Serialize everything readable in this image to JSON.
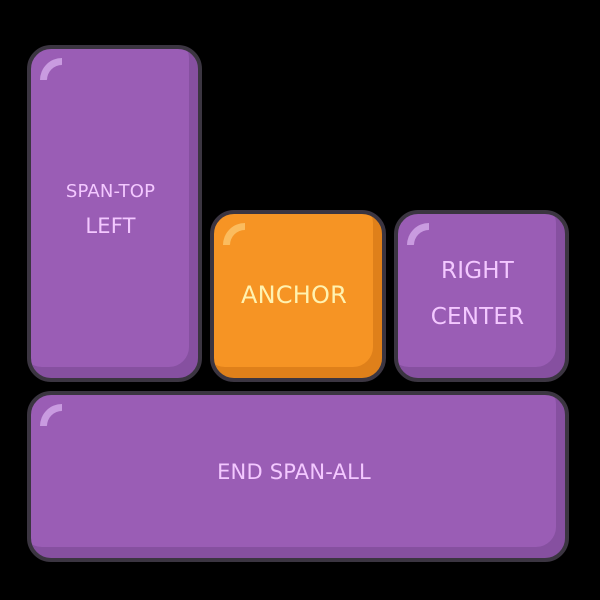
{
  "tiles": {
    "left": {
      "lines": [
        "SPAN-TOP",
        "LEFT"
      ],
      "color": "#9a5db5",
      "text_color": "#f3c8ff"
    },
    "anchor": {
      "lines": [
        "ANCHOR"
      ],
      "color": "#f69424",
      "text_color": "#fff2b0"
    },
    "right": {
      "lines": [
        "RIGHT",
        "CENTER"
      ],
      "color": "#9a5db5",
      "text_color": "#f3c8ff"
    },
    "bottom": {
      "lines": [
        "END SPAN-ALL"
      ],
      "color": "#9a5db5",
      "text_color": "#f3c8ff"
    }
  },
  "colors": {
    "background": "#000000",
    "border": "#3b3541",
    "purple": "#9a5db5",
    "orange": "#f69424"
  }
}
